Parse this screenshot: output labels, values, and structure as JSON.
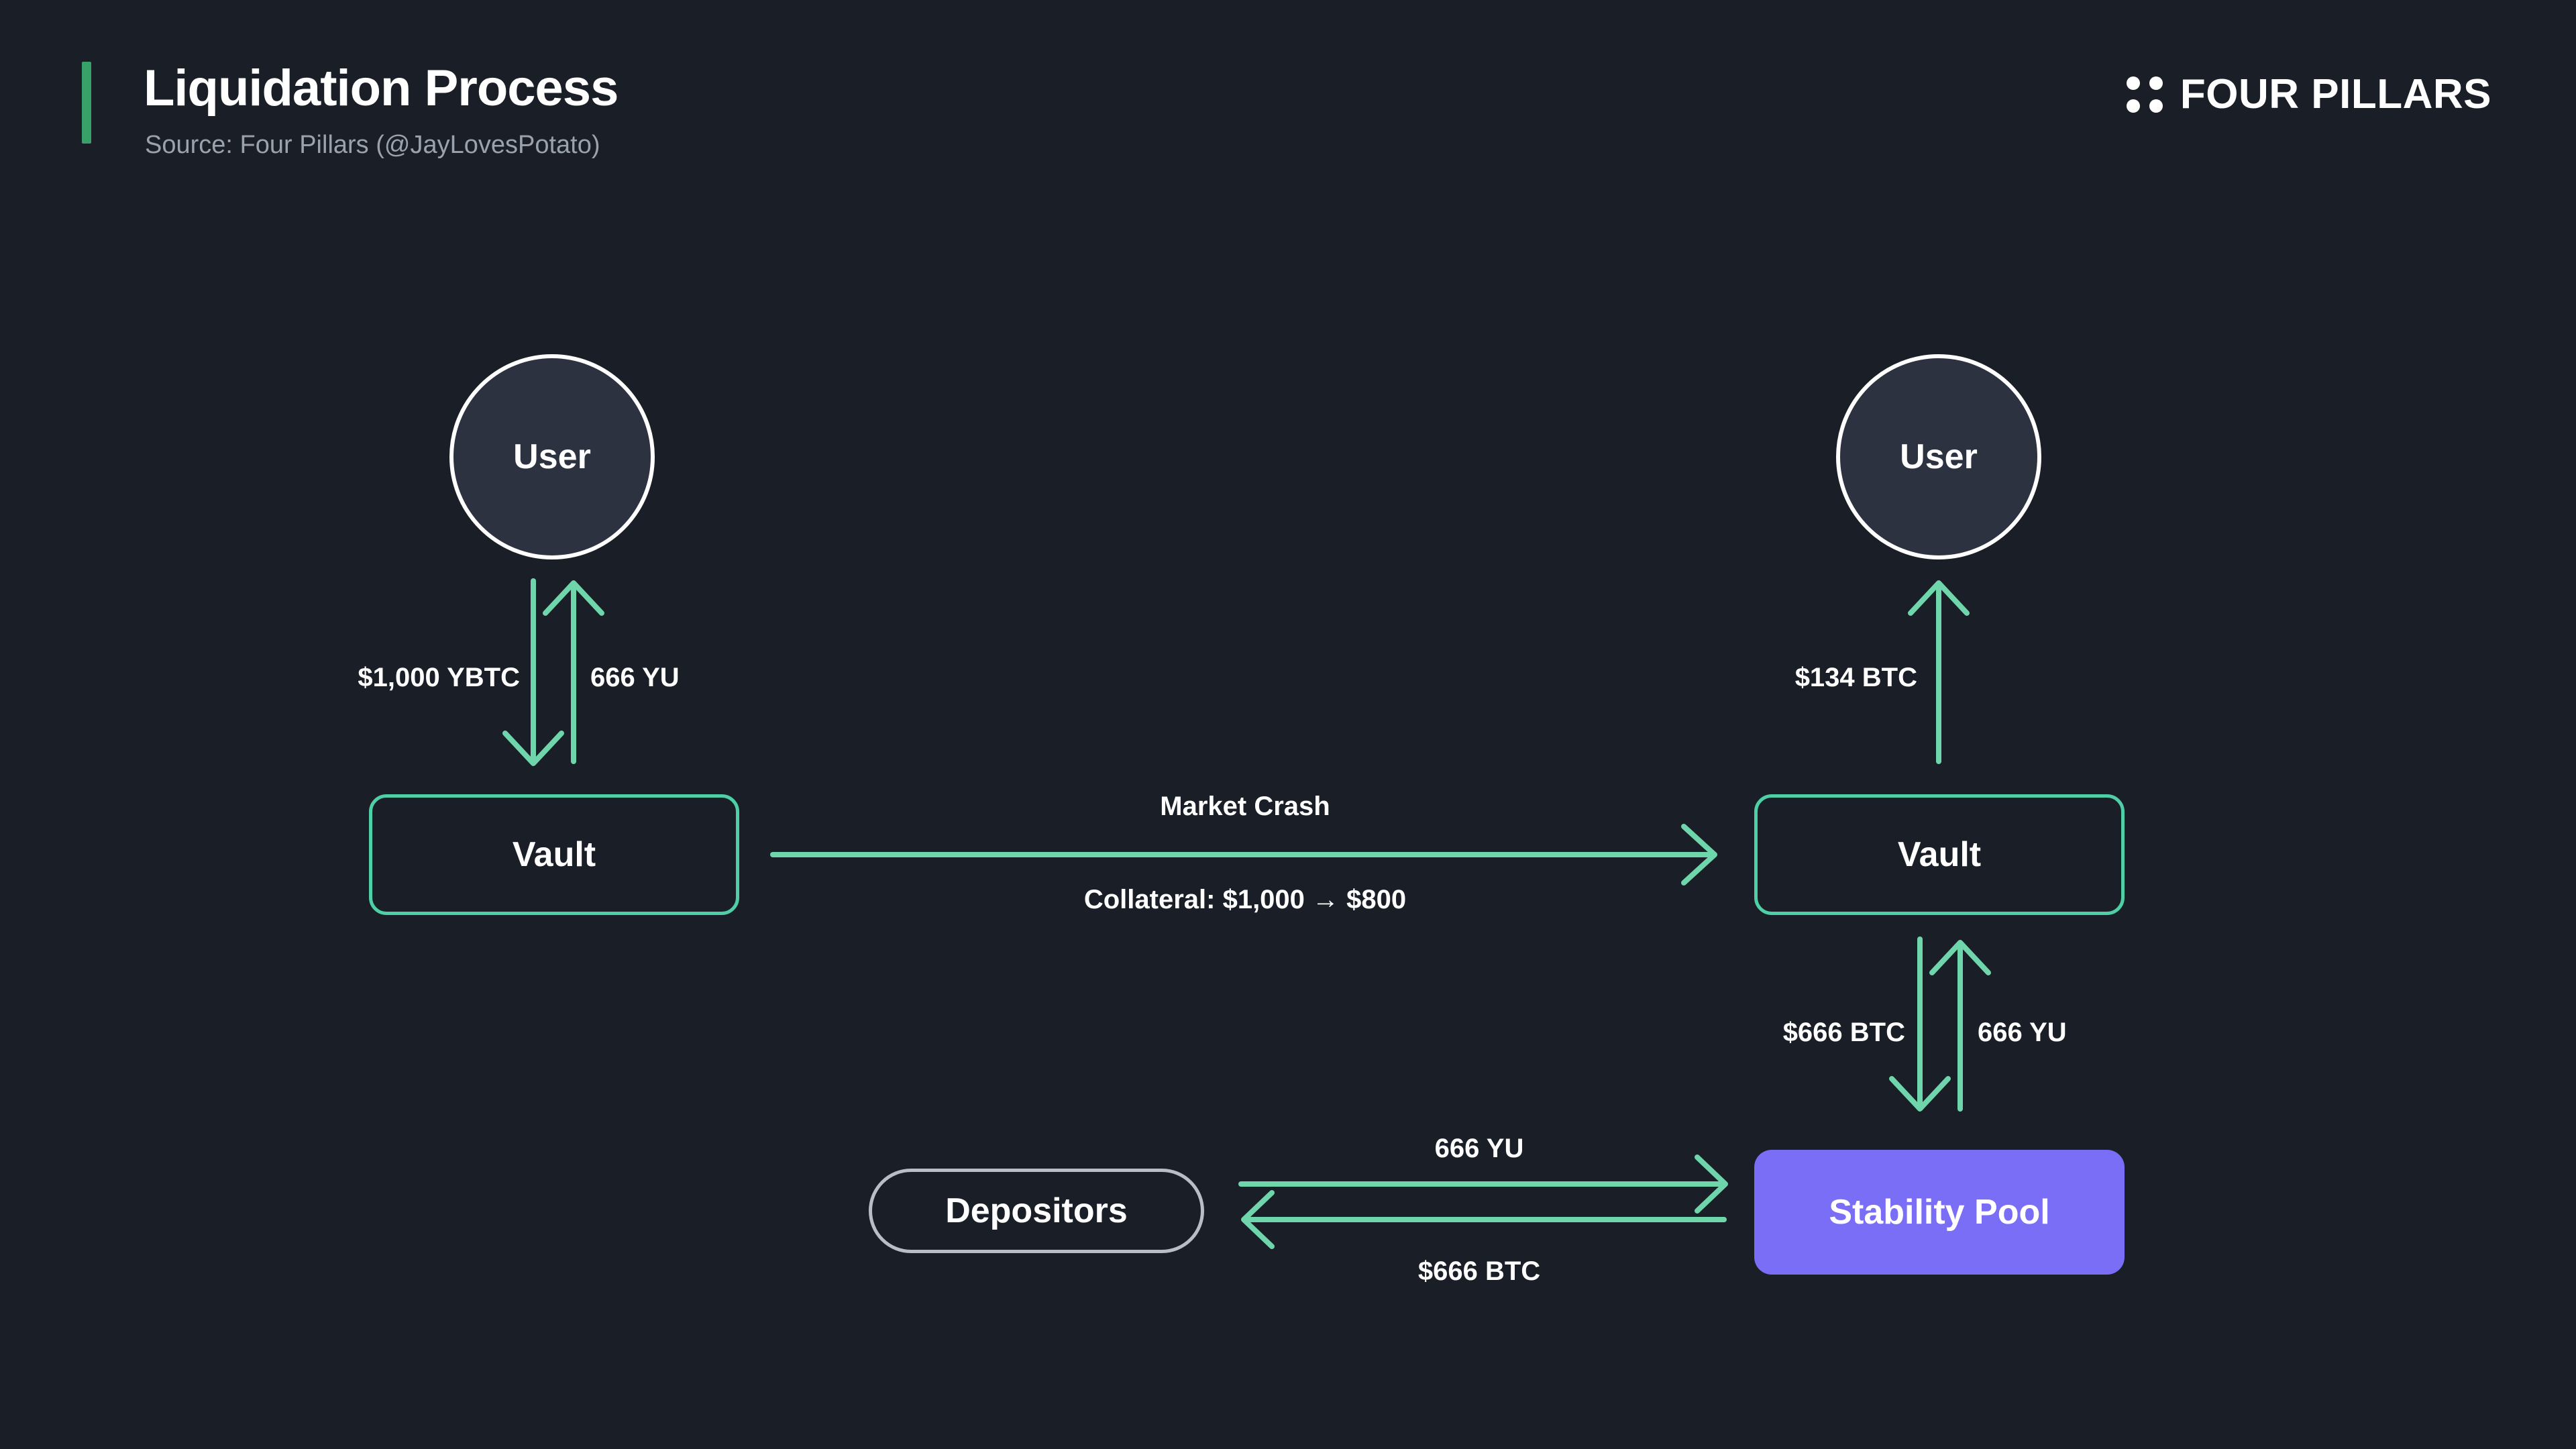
{
  "header": {
    "title": "Liquidation Process",
    "source": "Source: Four Pillars (@JayLovesPotato)",
    "brand": "FOUR PILLARS",
    "accent_color": "#38a169"
  },
  "colors": {
    "background": "#1a1f27",
    "arrow_green": "#6fd6ac",
    "vault_border": "#4ecfa6",
    "pool_purple": "#7b6ef6",
    "pill_border": "#b8bec8",
    "circle_fill": "#2d3240",
    "text": "#ffffff",
    "muted_text": "#9aa3ad"
  },
  "nodes": {
    "user_left": "User",
    "vault_left": "Vault",
    "user_right": "User",
    "vault_right": "Vault",
    "stability_pool": "Stability Pool",
    "depositors": "Depositors"
  },
  "edges": {
    "user_to_vault_left": "$1,000 YBTC",
    "vault_to_user_left": "666 YU",
    "market_crash": "Market Crash",
    "collateral_change": "Collateral: $1,000 → $800",
    "vault_to_user_right": "$134 BTC",
    "vault_to_pool": "$666 BTC",
    "pool_to_vault": "666 YU",
    "depositors_to_pool": "666 YU",
    "pool_to_depositors": "$666 BTC"
  }
}
